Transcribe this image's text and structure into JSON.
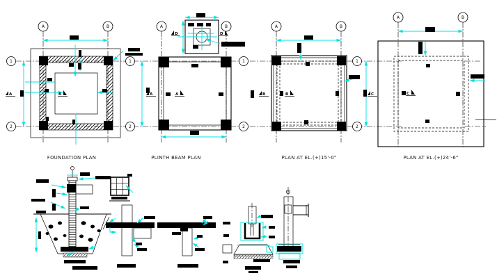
{
  "plans": [
    {
      "title": "FOUNDATION PLAN"
    },
    {
      "title": "PLINTH BEAM PLAN"
    },
    {
      "title": "PLAN AT EL.(+)15'-0\""
    },
    {
      "title": "PLAN AT EL.(+)24'-6\""
    }
  ],
  "grid": {
    "a": "A",
    "b": "B",
    "r1": "1",
    "r2": "2"
  },
  "sections": {
    "a": "A",
    "b": "B",
    "c": "C",
    "d": "D"
  },
  "colors": {
    "line": "#000000",
    "dimension": "#00e0e0",
    "background": "#ffffff"
  }
}
